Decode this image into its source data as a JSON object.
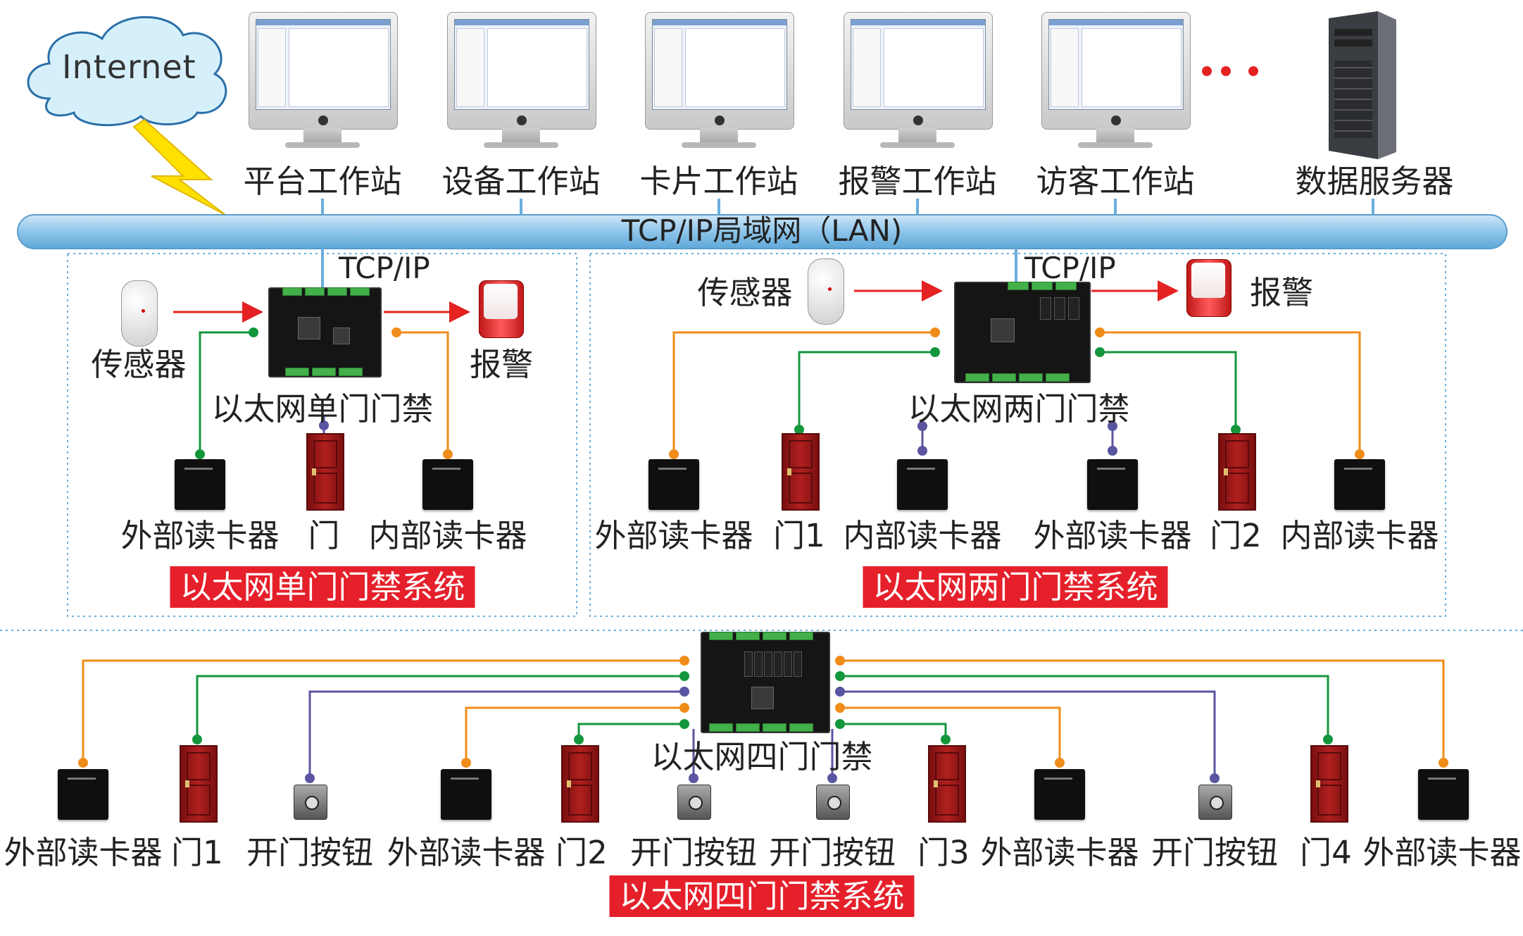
{
  "cloud": {
    "label": "Internet"
  },
  "workstations": [
    {
      "label": "平台工作站"
    },
    {
      "label": "设备工作站"
    },
    {
      "label": "卡片工作站"
    },
    {
      "label": "报警工作站"
    },
    {
      "label": "访客工作站"
    }
  ],
  "server": {
    "label": "数据服务器"
  },
  "lan": {
    "label": "TCP/IP局域网（LAN)"
  },
  "protocol_label": "TCP/IP",
  "single_door": {
    "sensor_label": "传感器",
    "alarm_label": "报警",
    "controller_label": "以太网单门门禁",
    "outer_reader_label": "外部读卡器",
    "door_label": "门",
    "inner_reader_label": "内部读卡器",
    "system_label": "以太网单门门禁系统"
  },
  "two_door": {
    "sensor_label": "传感器",
    "alarm_label": "报警",
    "controller_label": "以太网两门门禁",
    "devices": [
      "外部读卡器",
      "门1",
      "内部读卡器",
      "外部读卡器",
      "门2",
      "内部读卡器"
    ],
    "system_label": "以太网两门门禁系统"
  },
  "four_door": {
    "controller_label": "以太网四门门禁",
    "devices": [
      "外部读卡器",
      "门1",
      "开门按钮",
      "外部读卡器",
      "门2",
      "开门按钮",
      "开门按钮",
      "门3",
      "外部读卡器",
      "开门按钮",
      "门4",
      "外部读卡器"
    ],
    "system_label": "以太网四门门禁系统"
  },
  "colors": {
    "lan": "#8ec5ea",
    "orange_wire": "#f08c1a",
    "green_wire": "#14963c",
    "purple_wire": "#5a55a0",
    "red_arrow": "#e52222",
    "alarm_box": "#e5202a",
    "lightning": "#ffe000"
  }
}
